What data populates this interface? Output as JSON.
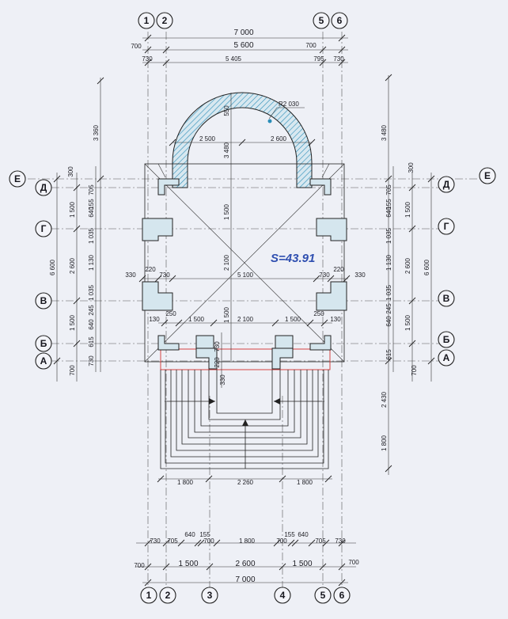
{
  "drawing": {
    "area_label": "S=43.91",
    "radius_label": "R2 030",
    "grid_numbers": [
      "1",
      "2",
      "3",
      "4",
      "5",
      "6"
    ],
    "grid_letters": [
      "Е",
      "Д",
      "Г",
      "В",
      "Б",
      "А"
    ],
    "top_dims": {
      "overall": "7 000",
      "row2_left": "700",
      "row2_mid": "5 600",
      "row2_right": "700",
      "row3_a": "730",
      "row3_b": "5 405",
      "row3_c": "795",
      "row3_d": "730"
    },
    "bottom_dims": {
      "row1": [
        "730",
        "705",
        "640",
        "155",
        "700",
        "1 800",
        "700",
        "155",
        "640",
        "705",
        "730"
      ],
      "row2": [
        "700",
        "1 500",
        "2 600",
        "1 500",
        "700"
      ],
      "overall": "7 000"
    },
    "left_dims": {
      "outer": [
        "6 600",
        "700"
      ],
      "mid": [
        "1 500",
        "2 600",
        "1 500"
      ],
      "inner": [
        "300",
        "705",
        "155",
        "640",
        "1 035",
        "1 130",
        "1 035",
        "245",
        "640",
        "615",
        "730"
      ],
      "top": "3 360"
    },
    "right_dims": {
      "outer": [
        "6 600",
        "700"
      ],
      "mid": [
        "1 500",
        "2 600",
        "1 500"
      ],
      "inner": [
        "300",
        "705",
        "155",
        "640",
        "1 035",
        "1 130",
        "1 035",
        "245",
        "640",
        "615"
      ],
      "lower": [
        "2 430",
        "1 800"
      ],
      "top": "3 480"
    },
    "interior_dims": {
      "apse_top": "550",
      "apse_left": "2 500",
      "apse_right": "2 600",
      "apse_center": "3 480",
      "center_v1": "1 500",
      "center_v2": "2 100",
      "center_v3": "1 500",
      "center_h": "5 100",
      "left_330": "330",
      "left_220": "220",
      "left_730": "730",
      "right_730": "730",
      "right_220": "220",
      "right_330": "330",
      "l130": "130",
      "l250": "250",
      "l1500": "1 500",
      "m2100": "2 100",
      "r1500": "1 500",
      "r250": "250",
      "r130": "130",
      "entry_220": "220",
      "entry_730": "730",
      "entry_330": "330"
    },
    "steps_dims": [
      "1 800",
      "2 260",
      "1 800"
    ]
  }
}
